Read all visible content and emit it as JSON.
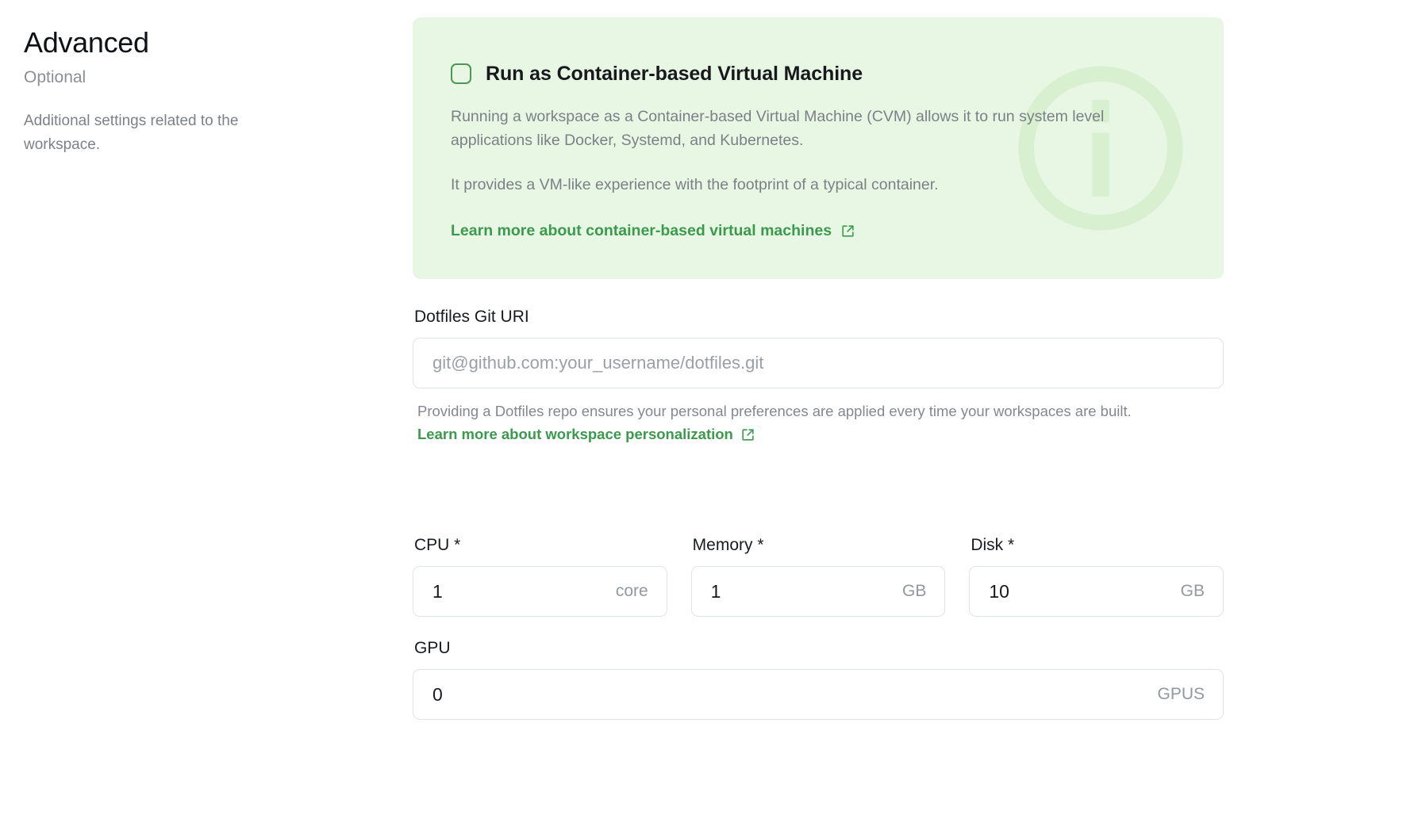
{
  "sidebar": {
    "title": "Advanced",
    "subtitle": "Optional",
    "description": "Additional settings related to the workspace."
  },
  "callout": {
    "accent_color": "#3c9a4e",
    "background_color": "#e8f7e4",
    "checkbox_checked": false,
    "checkbox_label": "Run as Container-based Virtual Machine",
    "paragraph_1": "Running a workspace as a Container-based Virtual Machine (CVM) allows it to run system level applications like Docker, Systemd, and Kubernetes.",
    "paragraph_2": "It provides a VM-like experience with the footprint of a typical container.",
    "link_label": "Learn more about container-based virtual machines",
    "link_icon": "external-link-icon",
    "watermark_icon": "info-circle-icon"
  },
  "dotfiles": {
    "label": "Dotfiles Git URI",
    "value": "",
    "placeholder": "git@github.com:your_username/dotfiles.git",
    "helper_prefix": "Providing a Dotfiles repo ensures your personal preferences are applied every time your workspaces are built.",
    "helper_link": "Learn more about workspace personalization",
    "helper_link_icon": "external-link-icon"
  },
  "resources": {
    "cpu": {
      "label": "CPU *",
      "value": "1",
      "unit": "core"
    },
    "memory": {
      "label": "Memory *",
      "value": "1",
      "unit": "GB"
    },
    "disk": {
      "label": "Disk *",
      "value": "10",
      "unit": "GB"
    },
    "gpu": {
      "label": "GPU",
      "value": "0",
      "unit": "GPUS"
    }
  }
}
